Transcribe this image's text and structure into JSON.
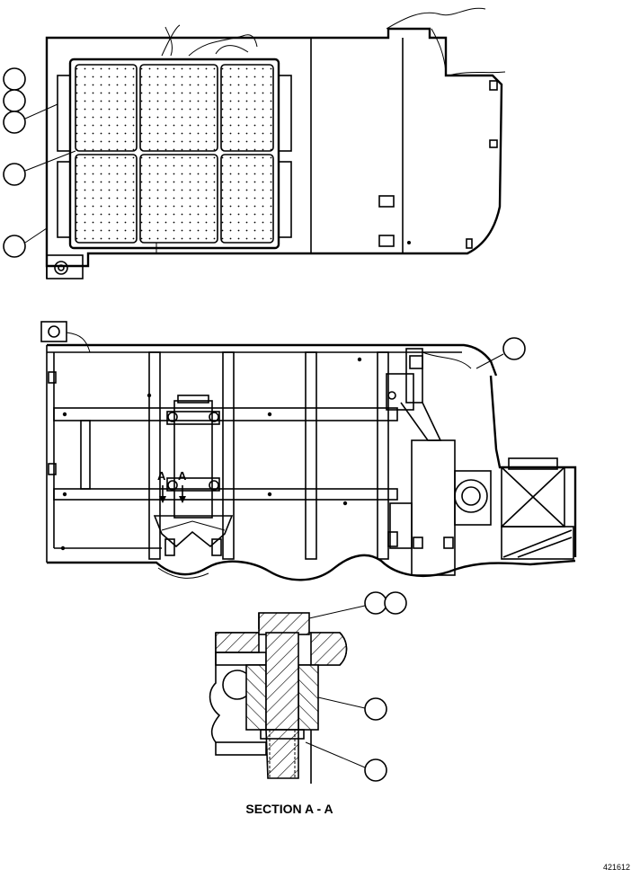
{
  "section_label": "SECTION A - A",
  "section_marker": "A",
  "figure_number": "421612"
}
